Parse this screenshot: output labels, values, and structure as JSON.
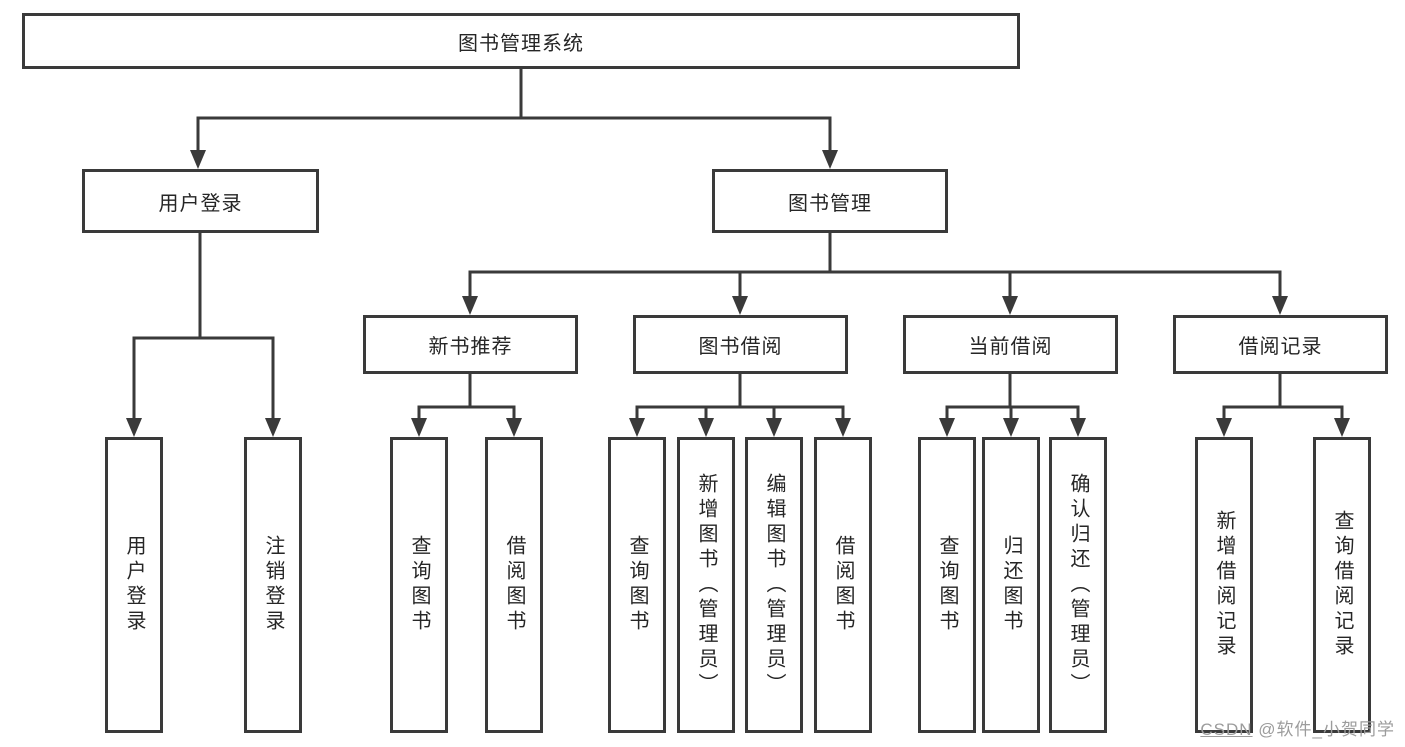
{
  "tree": {
    "root": {
      "label": "图书管理系统"
    },
    "children": [
      {
        "label": "用户登录",
        "children": [
          {
            "label": "用户登录"
          },
          {
            "label": "注销登录"
          }
        ]
      },
      {
        "label": "图书管理",
        "children": [
          {
            "label": "新书推荐",
            "children": [
              {
                "label": "查询图书"
              },
              {
                "label": "借阅图书"
              }
            ]
          },
          {
            "label": "图书借阅",
            "children": [
              {
                "label": "查询图书"
              },
              {
                "label": "新增图书（管理员）"
              },
              {
                "label": "编辑图书（管理员）"
              },
              {
                "label": "借阅图书"
              }
            ]
          },
          {
            "label": "当前借阅",
            "children": [
              {
                "label": "查询图书"
              },
              {
                "label": "归还图书"
              },
              {
                "label": "确认归还（管理员）"
              }
            ]
          },
          {
            "label": "借阅记录",
            "children": [
              {
                "label": "新增借阅记录"
              },
              {
                "label": "查询借阅记录"
              }
            ]
          }
        ]
      }
    ]
  },
  "watermark": {
    "csdn": "CSDN",
    "rest": " @软件_小贺同学"
  },
  "colors": {
    "line": "#3a3a3a",
    "text": "#262626",
    "watermark_gray": "#9c9c9c",
    "background": "#ffffff"
  }
}
